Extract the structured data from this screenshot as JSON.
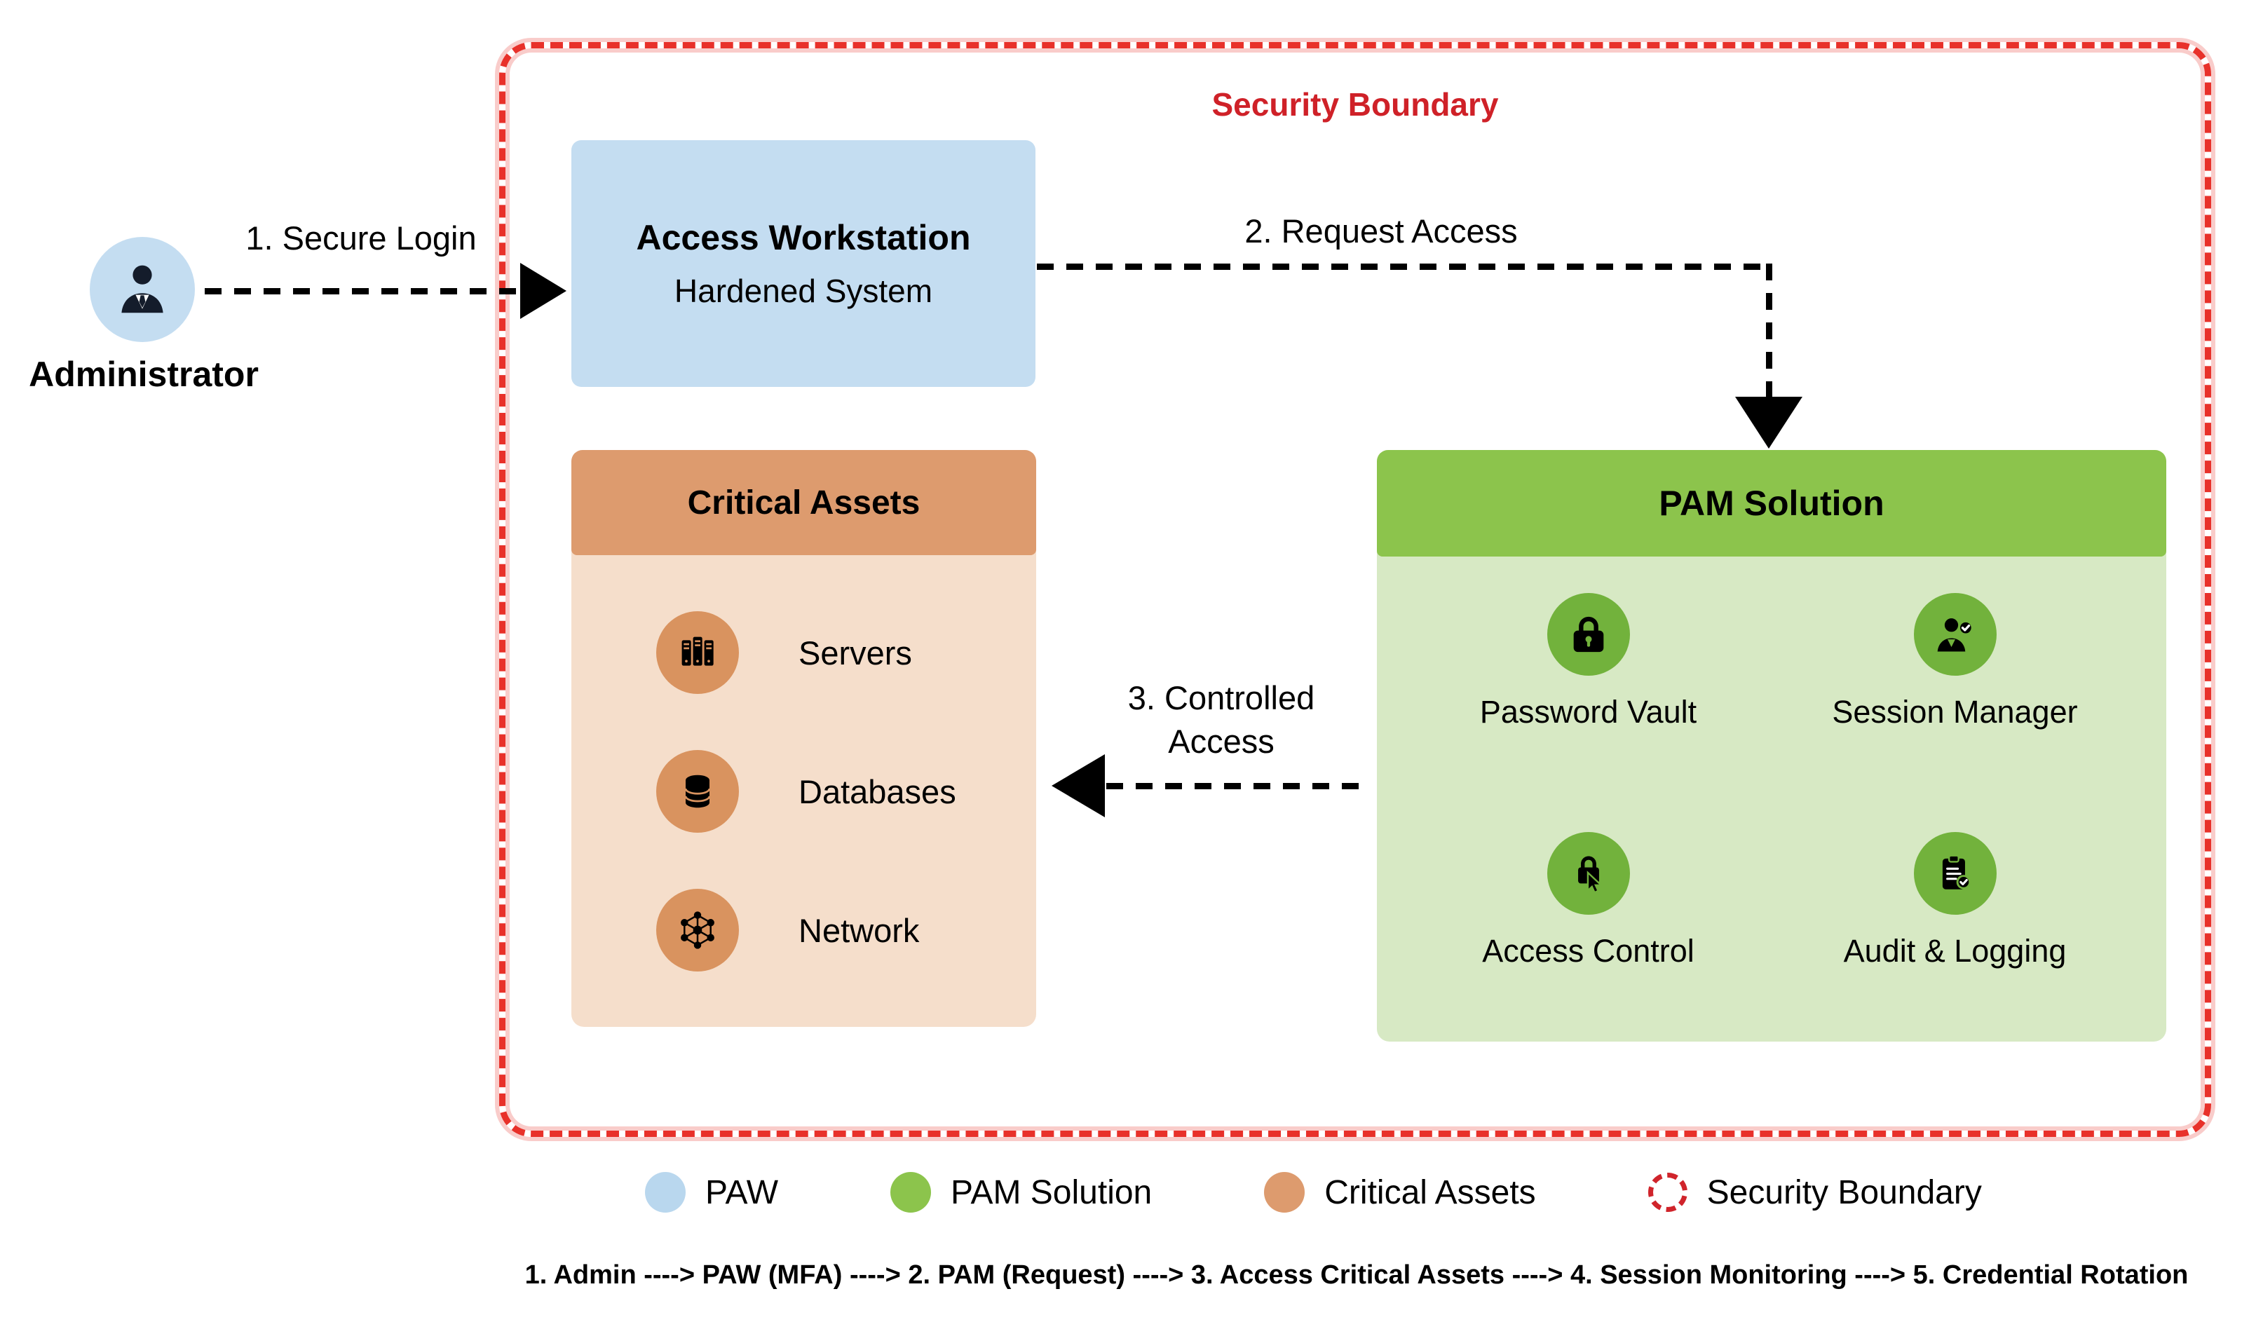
{
  "colors": {
    "boundary_red": "#e8312a",
    "boundary_label_red": "#cf2128",
    "paw_blue": "#c4ddf1",
    "pam_header_green": "#8cc44c",
    "pam_body_green": "#d7e9c4",
    "pam_icon_circle_green": "#72b23c",
    "assets_header_orange": "#dd9b6e",
    "assets_body_peach": "#f5decb",
    "assets_icon_circle_orange": "#d9935f",
    "arrow_black": "#000000"
  },
  "boundary": {
    "label": "Security Boundary"
  },
  "actor": {
    "label": "Administrator",
    "icon": "person-icon"
  },
  "workstation": {
    "title": "Access Workstation",
    "subtitle": "Hardened System"
  },
  "arrows": {
    "secure_login": "1. Secure Login",
    "request_access": "2. Request Access",
    "controlled_access_line1": "3. Controlled",
    "controlled_access_line2": "Access"
  },
  "pam": {
    "title": "PAM Solution",
    "features": [
      {
        "label": "Password Vault",
        "icon": "lock-icon"
      },
      {
        "label": "Session Manager",
        "icon": "user-check-icon"
      },
      {
        "label": "Access Control",
        "icon": "press-lock-icon"
      },
      {
        "label": "Audit & Logging",
        "icon": "clipboard-check-icon"
      }
    ]
  },
  "critical_assets": {
    "title": "Critical Assets",
    "items": [
      {
        "label": "Servers",
        "icon": "servers-icon"
      },
      {
        "label": "Databases",
        "icon": "database-icon"
      },
      {
        "label": "Network",
        "icon": "network-icon"
      }
    ]
  },
  "legend": [
    {
      "label": "PAW",
      "swatch": "dot",
      "color": "#b9d7ee"
    },
    {
      "label": "PAM Solution",
      "swatch": "dot",
      "color": "#8cc44c"
    },
    {
      "label": "Critical Assets",
      "swatch": "dot",
      "color": "#dd9b6e"
    },
    {
      "label": "Security Boundary",
      "swatch": "dashed-circle",
      "color": "#d0242b"
    }
  ],
  "flow_caption": "1. Admin ----> PAW (MFA) ----> 2. PAM (Request) ----> 3. Access Critical Assets ----> 4. Session Monitoring ----> 5. Credential Rotation"
}
